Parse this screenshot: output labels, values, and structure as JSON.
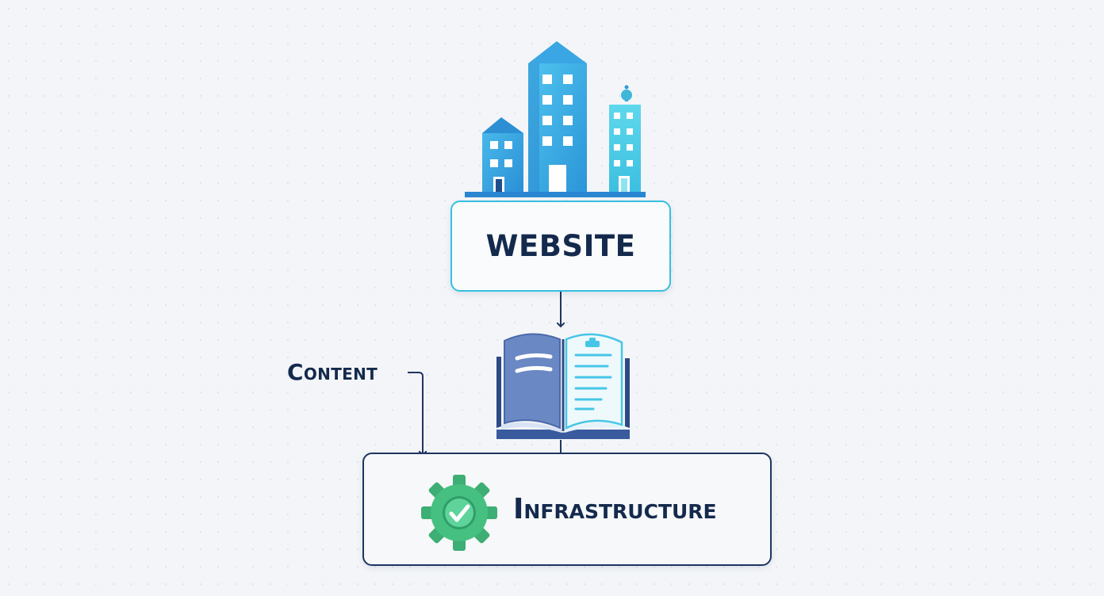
{
  "nodes": {
    "website": {
      "label": "WEBSITE",
      "icon": "city-buildings-icon",
      "border_color": "#38bfe2"
    },
    "content": {
      "label": "Content",
      "icon": "open-book-icon"
    },
    "infrastructure": {
      "label": "Infrastructure",
      "icon": "gear-check-icon",
      "border_color": "#1f3560"
    }
  },
  "colors": {
    "text": "#142a4d",
    "connector": "#1f3560",
    "accent_blue": "#38bfe2",
    "gear_green": "#3fbf7f"
  },
  "edges": [
    {
      "from": "website",
      "to": "content"
    },
    {
      "from": "content",
      "to": "infrastructure"
    },
    {
      "from": "content-label",
      "to": "infrastructure"
    }
  ]
}
